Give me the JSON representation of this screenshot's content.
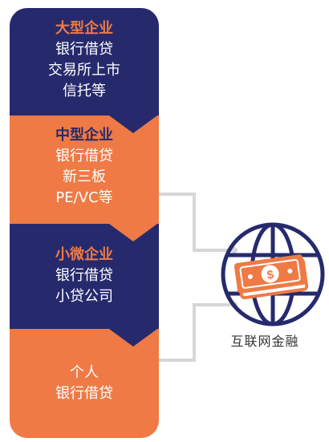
{
  "tiers": [
    {
      "title": "大型企业",
      "items": [
        "银行借贷",
        "交易所上市",
        "信托等"
      ]
    },
    {
      "title": "中型企业",
      "items": [
        "银行借贷",
        "新三板",
        "PE/VC等"
      ]
    },
    {
      "title": "小微企业",
      "items": [
        "银行借贷",
        "小贷公司"
      ]
    },
    {
      "title": "个人",
      "items": [
        "银行借贷"
      ]
    }
  ],
  "internet_finance": {
    "label": "互联网金融",
    "icon": "globe-money-icon",
    "dollar_symbol": "$"
  },
  "colors": {
    "navy": "#262a6d",
    "orange": "#ef7a45",
    "connector": "#d6d6d6"
  }
}
